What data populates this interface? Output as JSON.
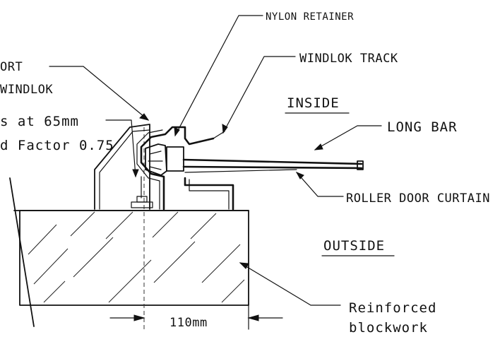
{
  "labels": {
    "nylon_retainer": "NYLON RETAINER",
    "windlok_track": "WINDLOK TRACK",
    "inside": "INSIDE",
    "long_bar": "LONG BAR",
    "roller_door_curtain": "ROLLER DOOR CURTAIN",
    "outside": "OUTSIDE",
    "support_line1": "ORT",
    "support_line2": "WINDLOK",
    "fixings_line1": "s at 65mm",
    "fixings_line2": "d Factor 0.75",
    "reinforced_line1": "Reinforced",
    "reinforced_line2": "blockwork",
    "dimension": "110mm"
  }
}
